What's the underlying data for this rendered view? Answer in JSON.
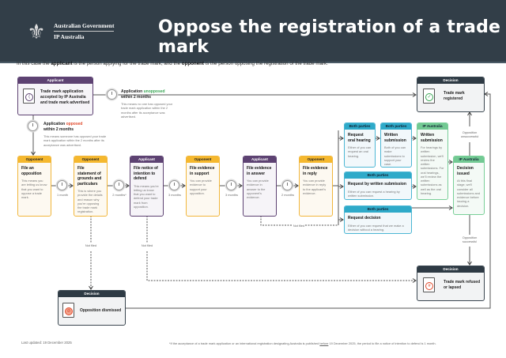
{
  "header": {
    "gov_line1": "Australian Government",
    "gov_line2": "IP Australia",
    "title": "Oppose the registration of a trade mark"
  },
  "intro": {
    "p1": "In this case the ",
    "applicant": "applicant",
    "p2": " is the person applying for the trade mark, and the ",
    "opponent": "opponent",
    "p3": " is the person opposing the registration of the trade mark."
  },
  "start": {
    "role": "Applicant",
    "text": "Trade mark application accepted by IP Australia and trade mark advertised"
  },
  "unopposed": {
    "pre": "Application ",
    "word": "unopposed",
    "post": "within 2 months",
    "desc": "This means no one has opposed your trade mark application within the 2 months after its acceptance was advertised."
  },
  "opposed": {
    "pre": "Application ",
    "word": "opposed",
    "post": "within 2 months",
    "desc": "This means someone has opposed your trade mark application within the 2 months after its acceptance was advertised."
  },
  "steps": [
    {
      "role": "Opponent",
      "title": "File an opposition",
      "desc": "This means you are letting us know that you want to oppose a trade mark."
    },
    {
      "role": "Opponent",
      "title": "File statement of grounds and particulars",
      "desc": "This is where you provide the details and reason why you're opposing the trade mark registration."
    },
    {
      "role": "Applicant",
      "title": "File notice of intention to defend",
      "desc": "This means you're letting us know that you want to defend your trade mark from opposition."
    },
    {
      "role": "Opponent",
      "title": "File evidence in support",
      "desc": "You can provide evidence to support your opposition."
    },
    {
      "role": "Applicant",
      "title": "File evidence in answer",
      "desc": "You can provide evidence in answer to the opponent's evidence."
    },
    {
      "role": "Opponent",
      "title": "File evidence in reply",
      "desc": "You can provide evidence in reply to the applicant's evidence."
    }
  ],
  "periods": [
    "1 month",
    "2 months*",
    "3 months",
    "3 months",
    "2 months"
  ],
  "right": {
    "oral": {
      "role": "Both parties",
      "title": "Request oral hearing",
      "desc": "Either of you can request an oral hearing."
    },
    "written": {
      "role": "Both parties",
      "title": "Written submission",
      "desc": "Both of you can make submissions to support your case."
    },
    "ipa_written": {
      "role": "IP Australia",
      "title": "Written submission",
      "desc": "For hearings by written submission, we'll review the written submissions. For oral hearings, we'll review the written submissions as well as the oral hearing."
    },
    "req_written": {
      "role": "Both parties",
      "title": "Request by written submission",
      "desc": "Either of you can request a hearing by written submission."
    },
    "req_decision": {
      "role": "Both parties",
      "title": "Request decision",
      "desc": "Either of you can request that we make a decision without a hearing."
    },
    "decision": {
      "role": "IP Australia",
      "title": "Decision issued",
      "desc": "At this final stage, we'll consider all submissions and evidence before issuing a decision."
    }
  },
  "outcomes": {
    "unsuccessful": "Opposition unsuccessful",
    "successful": "Opposition successful",
    "not_filed": "Not filed",
    "registered": {
      "role": "Decision",
      "text": "Trade mark registered"
    },
    "refused": {
      "role": "Decision",
      "text": "Trade mark refused or lapsed"
    },
    "dismissed": {
      "role": "Decision",
      "text": "Opposition dismissed"
    }
  },
  "footer": {
    "updated": "Last updated: 19 December 2025",
    "note_pre": "*If the acceptance of a trade mark application or an international registration designating Australia is published ",
    "note_u": "before",
    "note_post": " 19 December 2025, the period to file a notice of intention to defend is 1 month."
  },
  "colors": {
    "opponent": "#f5b82e",
    "applicant": "#5d4272",
    "both": "#2faac9",
    "ipa": "#72c993",
    "decision": "#2e3a44",
    "opposed": "#e0492b",
    "unopposed": "#3aa655"
  }
}
